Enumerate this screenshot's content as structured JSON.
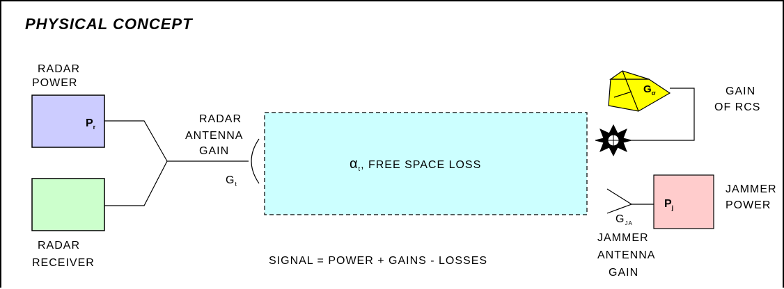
{
  "title": "PHYSICAL CONCEPT",
  "radar_power": {
    "line1": "RADAR",
    "line2": "POWER",
    "symbol": "P",
    "subscript": "r"
  },
  "radar_receiver": {
    "line1": "RADAR",
    "line2": "RECEIVER"
  },
  "radar_antenna_gain": {
    "line1": "RADAR",
    "line2": "ANTENNA",
    "line3": "GAIN",
    "symbol": "G",
    "subscript": "t"
  },
  "free_space": {
    "symbol": "α",
    "subscript": "t",
    "text": ", FREE SPACE LOSS"
  },
  "rcs": {
    "symbol": "G",
    "subscript": "σ",
    "line1": "GAIN",
    "line2": "OF RCS"
  },
  "jammer": {
    "symbol": "P",
    "subscript": "j",
    "line1": "JAMMER",
    "line2": "POWER"
  },
  "jammer_antenna": {
    "symbol": "G",
    "subscript": "JA",
    "line1": "JAMMER",
    "line2": "ANTENNA",
    "line3": "GAIN"
  },
  "equation": "SIGNAL = POWER + GAINS - LOSSES",
  "colors": {
    "radar_power_fill": "#ccccff",
    "radar_receiver_fill": "#ccffcc",
    "free_space_fill": "#ccffff",
    "rcs_fill": "#ffff00",
    "jammer_fill": "#ffcccc"
  }
}
